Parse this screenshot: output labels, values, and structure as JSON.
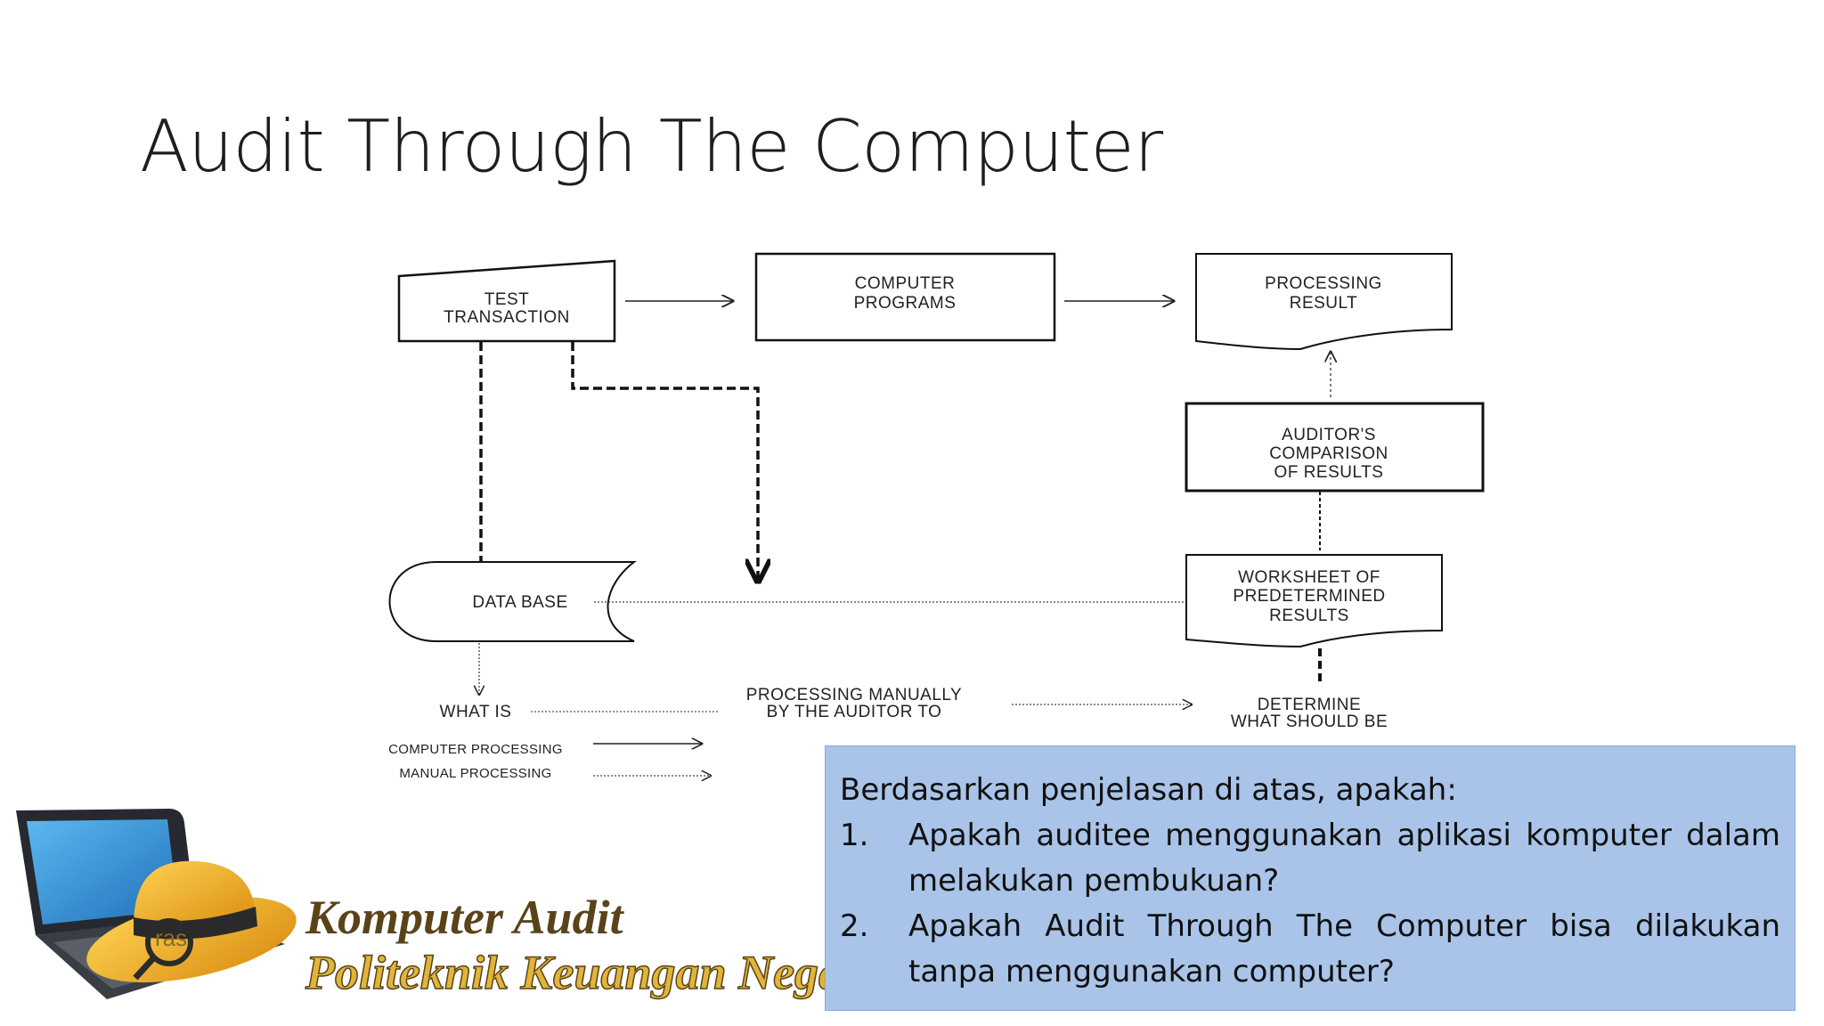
{
  "slide": {
    "title": "Audit Through The Computer"
  },
  "diagram": {
    "nodes": {
      "test_transaction": [
        "TEST",
        "TRANSACTION"
      ],
      "computer_programs": [
        "COMPUTER",
        "PROGRAMS"
      ],
      "processing_result": [
        "PROCESSING",
        "RESULT"
      ],
      "auditors_comparison": [
        "AUDITOR'S",
        "COMPARISON",
        "OF RESULTS"
      ],
      "database": "DATA BASE",
      "worksheet": [
        "WORKSHEET OF",
        "PREDETERMINED",
        "RESULTS"
      ]
    },
    "bottom_row": {
      "what_is": "WHAT IS",
      "processing_manually": [
        "PROCESSING MANUALLY",
        "BY THE AUDITOR TO"
      ],
      "determine": [
        "DETERMINE",
        "WHAT SHOULD BE"
      ]
    },
    "legend": {
      "computer_processing": "COMPUTER PROCESSING",
      "manual_processing": "MANUAL PROCESSING"
    }
  },
  "question_box": {
    "intro": "Berdasarkan penjelasan di atas, apakah:",
    "items": [
      {
        "number": "1.",
        "text": "Apakah auditee menggunakan aplikasi komputer dalam melakukan pembukuan?"
      },
      {
        "number": "2.",
        "text": "Apakah Audit Through The Computer bisa dilakukan tanpa menggunakan computer?"
      }
    ]
  },
  "logo": {
    "badge_text": "ras",
    "line1": "Komputer Audit",
    "line2": "Politeknik Keuangan Negara"
  },
  "colors": {
    "question_box_bg": "#a9c4e8",
    "logo_text": "#5a4318",
    "logo_text2": "#e1b53a",
    "hat": "#f2b31c",
    "laptop_screen": "#2f8fd8"
  }
}
